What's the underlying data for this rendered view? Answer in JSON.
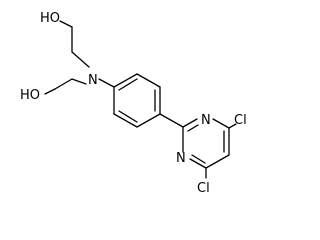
{
  "molecule": {
    "atoms": {
      "oh_top": "HO",
      "oh_bottom": "HO",
      "amine_n": "N",
      "pyrimidine_n_upper": "N",
      "pyrimidine_n_lower": "N",
      "cl_upper": "Cl",
      "cl_lower": "Cl"
    }
  }
}
